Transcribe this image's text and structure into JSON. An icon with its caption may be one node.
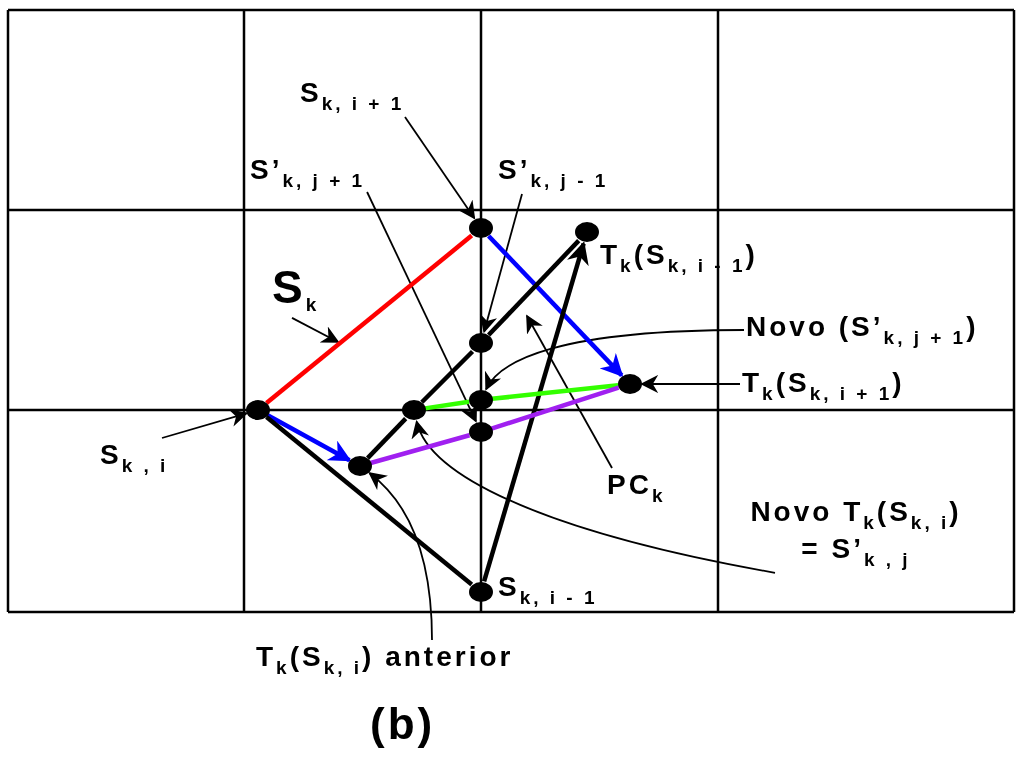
{
  "diagram": {
    "caption": "(b)",
    "nodes": [
      {
        "text": [
          "S$_{k, i + 1}$"
        ]
      },
      {
        "text": [
          "S’$_{k, j + 1}$"
        ]
      },
      {
        "text": [
          "S’$_{k, j - 1}$"
        ]
      },
      {
        "text": [],
        "shape": "circle"
      },
      {
        "text": [],
        "shape": "circle",
        "beside": [
          "T$_{k}$(S$_{k, i - 1}$)"
        ]
      },
      {
        "text": [
          "S$_{k}$"
        ]
      },
      {
        "text": [
          "Novo (S’$_{k, j + 1}$)"
        ]
      },
      {
        "text": [],
        "shape": "circle"
      },
      {
        "text": [
          "T$_{k}$(S$_{k, i + 1}$)"
        ]
      },
      {
        "text": [],
        "shape": "circle"
      },
      {
        "text": [],
        "shape": "circle"
      },
      {
        "text": [],
        "shape": "circle"
      },
      {
        "text": [],
        "shape": "circle"
      },
      {
        "text": [],
        "shape": "circle"
      },
      {
        "text": [
          "S$_{k , i}$"
        ]
      },
      {
        "text": [],
        "shape": "circle"
      },
      {
        "text": [
          "PC$_{k}$"
        ]
      },
      {
        "text": [
          "Novo T$_{k}$(S$_{k, i}$) = S’$_{k , j}$"
        ]
      },
      {
        "text": [],
        "shape": "circle",
        "beside": [
          "S$_{k, i - 1}$"
        ]
      },
      {
        "text": [
          "T$_{k}$(S$_{k, i}$) anterior"
        ]
      }
    ],
    "edges": [
      {
        "from": 0,
        "to": 3,
        "arrow": "to"
      },
      {
        "from": 1,
        "to": 13,
        "arrow": "to"
      },
      {
        "from": 2,
        "to": 7,
        "arrow": "to"
      },
      {
        "from": 5,
        "to": null,
        "arrow": "to"
      },
      {
        "from": 6,
        "to": 10,
        "arrow": "to"
      },
      {
        "from": 8,
        "to": 9,
        "arrow": "to"
      },
      {
        "from": 14,
        "to": 11,
        "arrow": "to"
      },
      {
        "from": 16,
        "to": null,
        "arrow": "to"
      },
      {
        "from": 17,
        "to": 12,
        "arrow": "to"
      },
      {
        "from": 19,
        "to": 15,
        "arrow": "to"
      },
      {
        "from": 11,
        "to": 3,
        "arrow": "none",
        "color": "#ff0000"
      },
      {
        "from": 3,
        "to": 9,
        "arrow": "to",
        "color": "#0000ff"
      },
      {
        "from": 11,
        "to": 15,
        "arrow": "to",
        "color": "#0000ff"
      },
      {
        "from": 11,
        "to": 18,
        "arrow": "none"
      },
      {
        "from": 18,
        "to": 4,
        "arrow": "to"
      },
      {
        "from": 15,
        "to": 12,
        "arrow": "none"
      },
      {
        "from": 12,
        "to": 7,
        "arrow": "none"
      },
      {
        "from": 7,
        "to": 4,
        "arrow": "none"
      },
      {
        "from": 12,
        "to": 10,
        "arrow": "none",
        "color": "#33ff00"
      },
      {
        "from": 10,
        "to": 9,
        "arrow": "none",
        "color": "#33ff00"
      },
      {
        "from": 15,
        "to": 13,
        "arrow": "none",
        "color": "#a020f0"
      },
      {
        "from": 13,
        "to": 9,
        "arrow": "none",
        "color": "#a020f0"
      }
    ]
  }
}
